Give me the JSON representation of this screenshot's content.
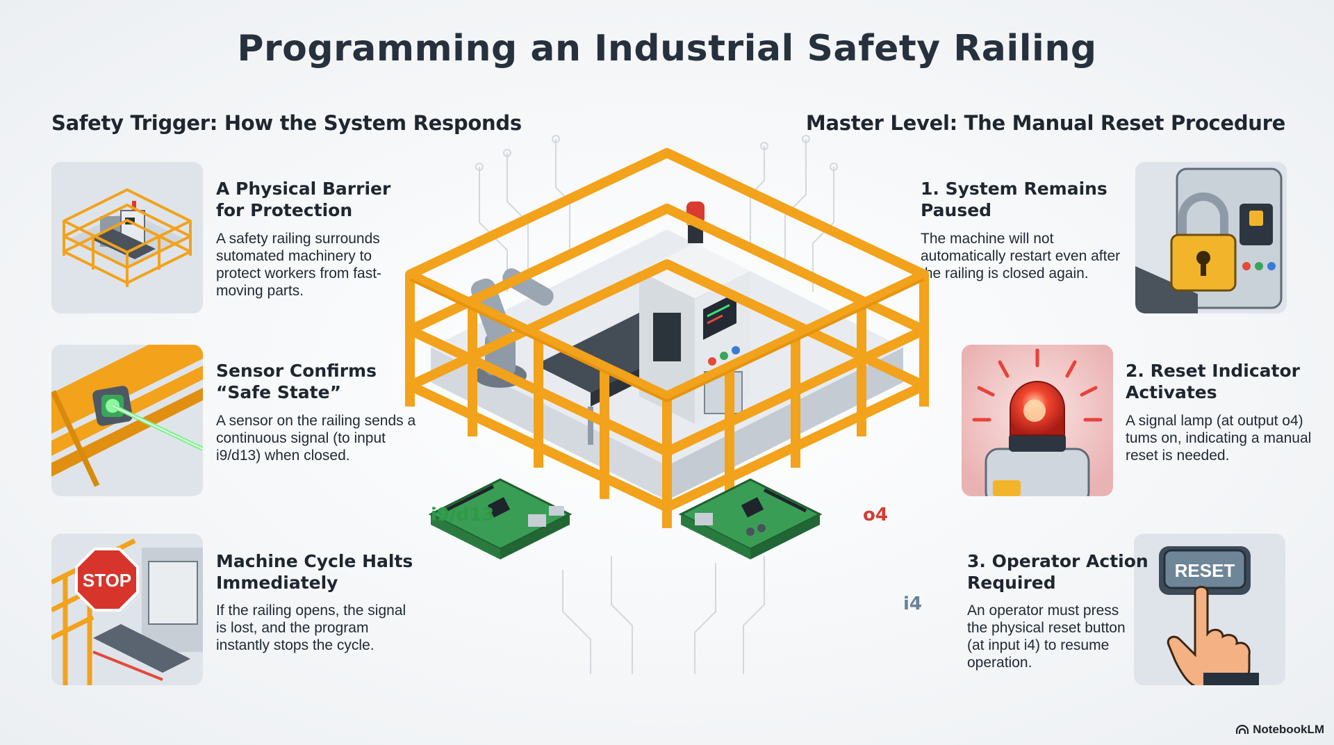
{
  "title": "Programming an Industrial Safety Railing",
  "left_section": {
    "title": "Safety Trigger: How the System Responds",
    "steps": [
      {
        "title": "A Physical Barrier for Protection",
        "text": "A safety railing surrounds sutomated machinery to protect workers from fast-moving parts."
      },
      {
        "title": "Sensor Confirms “Safe State”",
        "text": "A sensor on the railing sends a continuous signal (to input i9/d13) when closed."
      },
      {
        "title": "Machine Cycle Halts Immediately",
        "text": "If the railing opens, the signal is lost, and the program instantly stops the cycle."
      }
    ],
    "stop_sign": "STOP"
  },
  "right_section": {
    "title": "Master Level: The Manual Reset Procedure",
    "steps": [
      {
        "title": "1. System Remains Paused",
        "text": "The machine will not automatically restart even after the railing is closed again."
      },
      {
        "title": "2. Reset Indicator Activates",
        "text": "A signal lamp (at output o4) tums on, indicating a manual reset is needed."
      },
      {
        "title": "3. Operator Action Required",
        "text": "An operator must press the physical reset button (at input i4) to resume operation."
      }
    ],
    "reset_button": "RESET"
  },
  "pins": {
    "input_sensor": "i9/d13",
    "output_lamp": "o4",
    "input_reset": "i4"
  },
  "colors": {
    "railing": "#f5a623",
    "sensor_pin": "#2e9a46",
    "output_pin": "#d63b2f",
    "reset_pin": "#6b8296"
  },
  "brand": "NotebookLM"
}
